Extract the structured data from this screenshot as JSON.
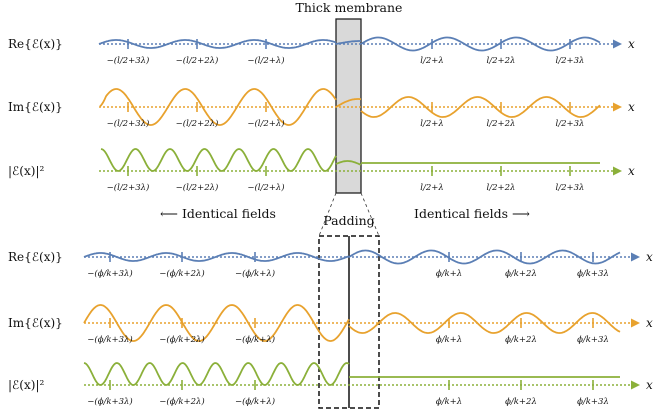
{
  "title": "Thick membrane",
  "padding_label": "Padding",
  "left_text": "⟵ Identical fields",
  "right_text": "Identical fields ⟶",
  "axis_symbol": "x",
  "colors": {
    "re": "#5b7fb5",
    "im": "#e8a22e",
    "abs": "#8bb03a",
    "membrane": "#d9d9d9"
  },
  "top_rows": [
    {
      "label": "Re{ℰ(x)}",
      "kind": "re"
    },
    {
      "label": "Im{ℰ(x)}",
      "kind": "im"
    },
    {
      "label": "|ℰ(x)|²",
      "kind": "abs"
    }
  ],
  "bottom_rows": [
    {
      "label": "Re{ℰ(x)}",
      "kind": "re"
    },
    {
      "label": "Im{ℰ(x)}",
      "kind": "im"
    },
    {
      "label": "|ℰ(x)|²",
      "kind": "abs"
    }
  ],
  "top_ticks_left": [
    "−(l/2+3λ)",
    "−(l/2+2λ)",
    "−(l/2+λ)"
  ],
  "top_ticks_right": [
    "l/2+λ",
    "l/2+2λ",
    "l/2+3λ"
  ],
  "bottom_ticks_left": [
    "−(ϕ/k+3λ)",
    "−(ϕ/k+2λ)",
    "−(ϕ/k+λ)"
  ],
  "bottom_ticks_right": [
    "ϕ/k+λ",
    "ϕ/k+2λ",
    "ϕ/k+3λ"
  ]
}
